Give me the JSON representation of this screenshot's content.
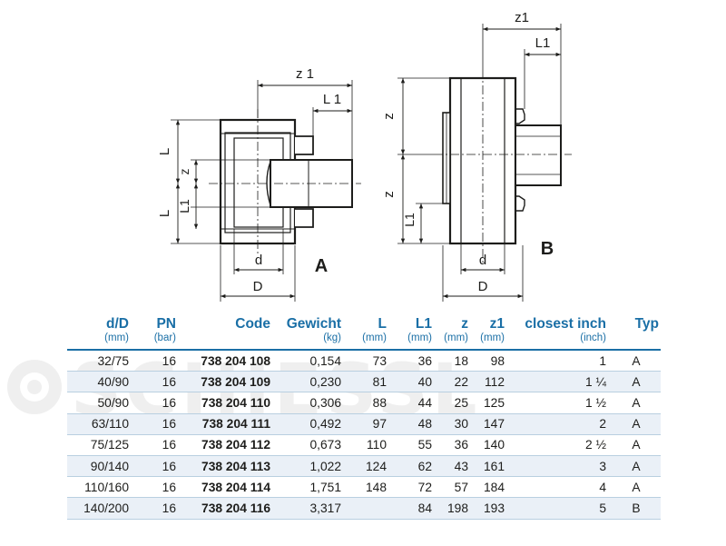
{
  "drawing_a": {
    "label": "A",
    "dims": {
      "z1": "z 1",
      "L1_top": "L 1",
      "L_upper": "L",
      "L_lower": "L",
      "z_side": "z",
      "L1_side": "L1",
      "d": "d",
      "D": "D"
    }
  },
  "drawing_b": {
    "label": "B",
    "dims": {
      "z1": "z1",
      "L1_top": "L1",
      "z_upper": "z",
      "z_lower": "z",
      "L1_side": "L1",
      "d": "d",
      "D": "D"
    }
  },
  "watermark": {
    "text": "SCHIESSL"
  },
  "table": {
    "headers": [
      "d/D",
      "PN",
      "Code",
      "Gewicht",
      "L",
      "L1",
      "z",
      "z1",
      "closest inch",
      "Typ"
    ],
    "units": [
      "(mm)",
      "(bar)",
      "",
      "(kg)",
      "(mm)",
      "(mm)",
      "(mm)",
      "(mm)",
      "(inch)",
      ""
    ],
    "rows": [
      [
        "32/75",
        "16",
        "738 204 108",
        "0,154",
        "73",
        "36",
        "18",
        "98",
        "1",
        "A"
      ],
      [
        "40/90",
        "16",
        "738 204 109",
        "0,230",
        "81",
        "40",
        "22",
        "112",
        "1 ¼",
        "A"
      ],
      [
        "50/90",
        "16",
        "738 204 110",
        "0,306",
        "88",
        "44",
        "25",
        "125",
        "1 ½",
        "A"
      ],
      [
        "63/110",
        "16",
        "738 204 111",
        "0,492",
        "97",
        "48",
        "30",
        "147",
        "2",
        "A"
      ],
      [
        "75/125",
        "16",
        "738 204 112",
        "0,673",
        "110",
        "55",
        "36",
        "140",
        "2 ½",
        "A"
      ],
      [
        "90/140",
        "16",
        "738 204 113",
        "1,022",
        "124",
        "62",
        "43",
        "161",
        "3",
        "A"
      ],
      [
        "110/160",
        "16",
        "738 204 114",
        "1,751",
        "148",
        "72",
        "57",
        "184",
        "4",
        "A"
      ],
      [
        "140/200",
        "16",
        "738 204 116",
        "3,317",
        "",
        "84",
        "198",
        "193",
        "5",
        "B"
      ]
    ]
  },
  "colors": {
    "accent": "#1a6fa6",
    "row_alt": "#eaf0f7",
    "ink": "#1d1d1b"
  }
}
